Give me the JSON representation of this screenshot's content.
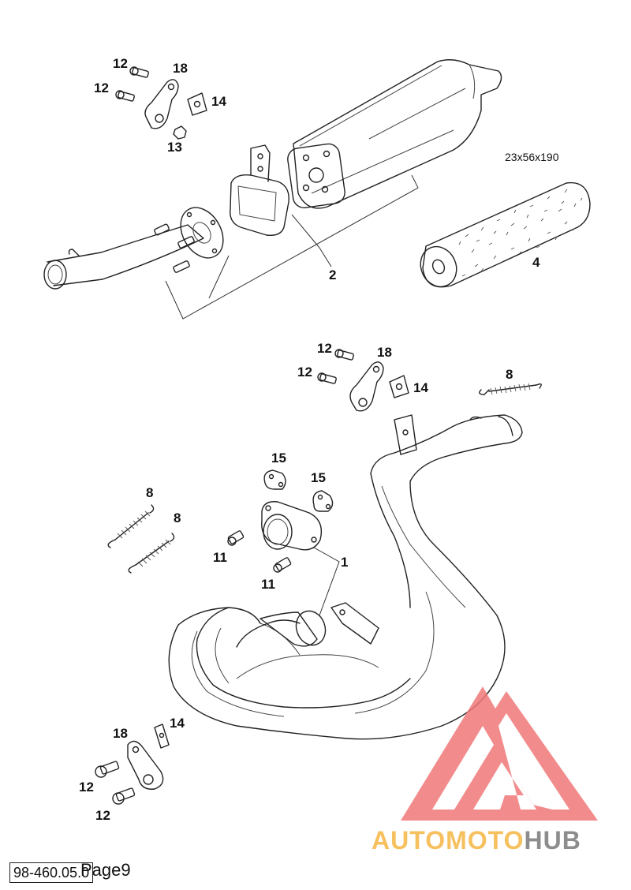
{
  "callouts": {
    "c12a": "12",
    "c12b": "12",
    "c18a": "18",
    "c14a": "14",
    "c13": "13",
    "c2": "2",
    "c4": "4",
    "c12c": "12",
    "c12d": "12",
    "c18b": "18",
    "c14b": "14",
    "c8a": "8",
    "c15a": "15",
    "c15b": "15",
    "c8b": "8",
    "c8c": "8",
    "c11a": "11",
    "c11b": "11",
    "c1": "1",
    "c14c": "14",
    "c18c": "18",
    "c12e": "12",
    "c12f": "12"
  },
  "insert_dimensions": "23x56x190",
  "watermark": {
    "brand_prefix": "AUTOMOTO",
    "brand_suffix": "HUB",
    "prefix_color": "#f5b642",
    "suffix_color": "#7a7a7a",
    "logo_color": "#f07878"
  },
  "footer": {
    "code": "98-460.05.0",
    "page": "Page9"
  }
}
